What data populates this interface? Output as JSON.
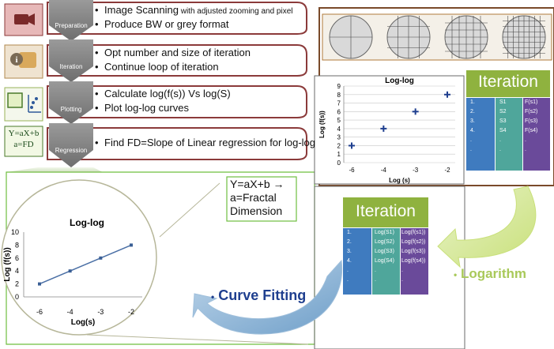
{
  "steps": [
    {
      "label": "Preparation",
      "lines": [
        {
          "main": "Image Scanning",
          "suffix": " with adjusted zooming and pixel"
        },
        {
          "main": "Produce BW or grey format",
          "suffix": ""
        }
      ]
    },
    {
      "label": "Iteration",
      "lines": [
        {
          "main": "Opt number and size of iteration",
          "suffix": ""
        },
        {
          "main": "Continue loop of iteration",
          "suffix": ""
        }
      ]
    },
    {
      "label": "Plotting",
      "lines": [
        {
          "main": "Calculate log(f(s)) Vs log(S)",
          "suffix": ""
        },
        {
          "main": "Plot log-log curves",
          "suffix": ""
        }
      ]
    },
    {
      "label": "Regression",
      "lines": [
        {
          "main": "Find FD=Slope of Linear regression for log-log",
          "suffix": ""
        }
      ]
    }
  ],
  "regression_icon": {
    "line1": "Y=aX+b",
    "line2": "a=FD"
  },
  "iteration_table_1": {
    "title": "Iteration",
    "col1": [
      "1.",
      "2.",
      "3.",
      "4.",
      ".",
      "."
    ],
    "col2": [
      "S1",
      "S2",
      "S3",
      "S4",
      ".",
      "."
    ],
    "col3": [
      "F(s1)",
      "F(s2)",
      "F(s3)",
      "F(s4)",
      ".",
      "."
    ]
  },
  "iteration_table_2": {
    "title": "Iteration",
    "col1": [
      "1.",
      "2.",
      "3.",
      "4.",
      ".",
      "."
    ],
    "col2": [
      "Log(S1)",
      "Log(S2)",
      "Log(S3)",
      "Log(S4)",
      ".",
      "."
    ],
    "col3": [
      "Log(f(s1))",
      "Log(f(s2))",
      "Log(f(s3))",
      "Log(f(s4))",
      ".",
      "."
    ]
  },
  "logarithm_label": "Logarithm",
  "curve_fitting_label": "Curve Fitting",
  "fd_box": {
    "line1": "Y=aX+b",
    "arrow": "→",
    "line2": "a=Fractal",
    "line3": "Dimension"
  },
  "colors": {
    "maroon": "#8b3a3a",
    "green_header": "#8fb23f",
    "teal": "#4fa69b",
    "purple": "#6a4a9a",
    "blue_col": "#3f7bbf",
    "light_green": "#b7d95a",
    "chevron_grey": "#8a8a8a",
    "border_green": "#6fbf3f",
    "curve_blue": "#1f3f8f"
  },
  "chart_data": [
    {
      "type": "scatter",
      "title": "Log-log",
      "xlabel": "Log (s)",
      "ylabel": "Log (f(s))",
      "x": [
        -6,
        -4,
        -3,
        -2
      ],
      "y": [
        2,
        4,
        6,
        8
      ],
      "xticks": [
        -6,
        -4,
        -3,
        -2
      ],
      "yticks": [
        0,
        1,
        2,
        3,
        4,
        5,
        6,
        7,
        8,
        9
      ],
      "ylim": [
        0,
        9
      ],
      "grid": true
    },
    {
      "type": "line",
      "title": "Log-log",
      "xlabel": "Log(s)",
      "ylabel": "Log (f(s))",
      "x": [
        -6,
        -4,
        -3,
        -2
      ],
      "y": [
        2,
        4,
        6,
        8
      ],
      "xticks": [
        -6,
        -4,
        -3,
        -2
      ],
      "yticks": [
        0,
        2,
        4,
        6,
        8,
        10
      ],
      "ylim": [
        0,
        10
      ],
      "grid": false
    }
  ]
}
